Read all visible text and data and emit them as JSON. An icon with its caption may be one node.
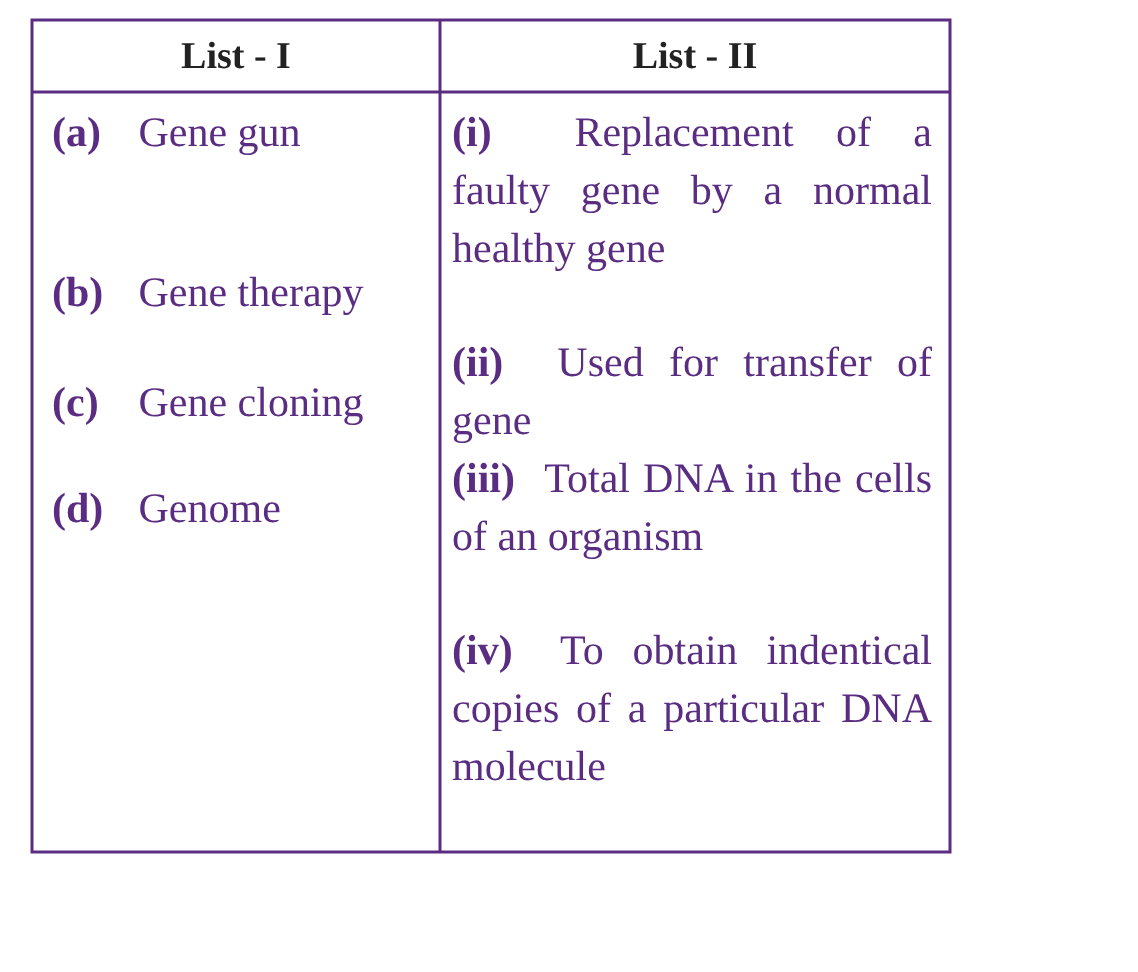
{
  "diagram": {
    "labels": [
      "List - I",
      "List - II",
      "**(a)** Gene gun",
      "**(b)** Gene therapy",
      "**(c)** Gene cloning",
      "**(d)** Genome",
      "**(i)** Replacement of a faulty gene by a normal healthy gene",
      "**(ii)** Used for transfer of gene",
      "**(iii)** Total DNA in the cells of an organism",
      "**(iv)** To obtain indentical copies of a particular DNA molecule"
    ]
  }
}
